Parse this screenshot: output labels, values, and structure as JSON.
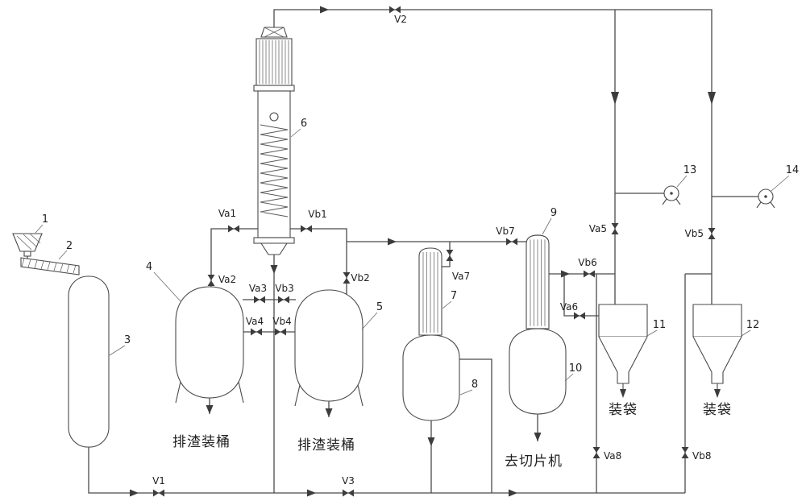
{
  "equipment": {
    "e1": "1",
    "e2": "2",
    "e3": "3",
    "e4": "4",
    "e5": "5",
    "e6": "6",
    "e7": "7",
    "e8": "8",
    "e9": "9",
    "e10": "10",
    "e11": "11",
    "e12": "12",
    "e13": "13",
    "e14": "14"
  },
  "valves": {
    "v1": "V1",
    "v2": "V2",
    "v3": "V3",
    "va1": "Va1",
    "va2": "Va2",
    "va3": "Va3",
    "va4": "Va4",
    "va5": "Va5",
    "va6": "Va6",
    "va7": "Va7",
    "va8": "Va8",
    "vb1": "Vb1",
    "vb2": "Vb2",
    "vb3": "Vb3",
    "vb4": "Vb4",
    "vb5": "Vb5",
    "vb6": "Vb6",
    "vb7": "Vb7",
    "vb8": "Vb8"
  },
  "annotations": {
    "slag_barrel_1": "排渣装桶",
    "slag_barrel_2": "排渣装桶",
    "to_slicer": "去切片机",
    "bagging_1": "装袋",
    "bagging_2": "装袋"
  },
  "colors": {
    "line": "#4a4a4a",
    "text": "#1f1f1f",
    "background": "#ffffff"
  }
}
